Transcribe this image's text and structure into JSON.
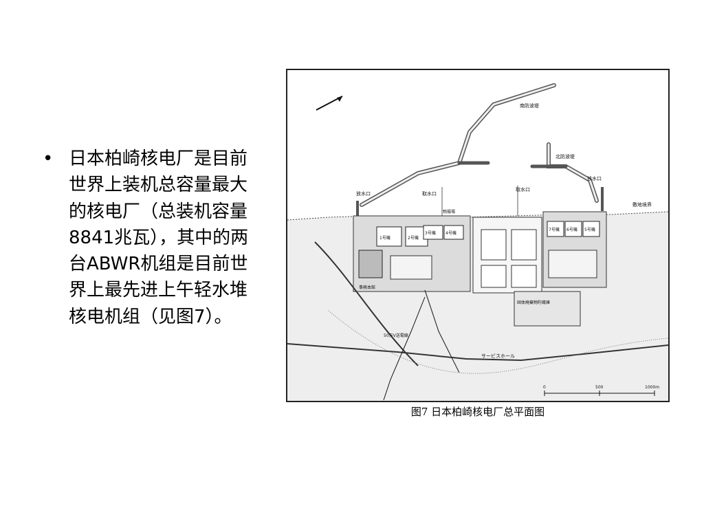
{
  "bullet": {
    "symbol": "•",
    "text": "日本柏崎核电厂是目前世界上装机总容量最大的核电厂（总装机容量8841兆瓦），其中的两台ABWR机组是目前世界上最先进上午轻水堆核电机组（见图7）。"
  },
  "figure": {
    "caption": "图7  日本柏崎核电厂总平面图",
    "labels": {
      "south_breakwater": "南防波堤",
      "north_breakwater": "北防波堤",
      "outlet_west": "放水口",
      "intake_west": "取水口",
      "intake_east": "取水口",
      "outlet_east": "放水口",
      "boundary": "敷地境界",
      "harbor": "物揚場",
      "unit1": "1号機",
      "unit2": "2号機",
      "unit3": "3号機",
      "unit4": "4号機",
      "unit7": "7号機",
      "unit6": "6号機",
      "unit5": "5号機",
      "storage": "固体廃棄物貯蔵庫",
      "admin": "事務本館",
      "service": "サービスホール",
      "line": "50万V送電線",
      "scale_0": "0",
      "scale_500": "500",
      "scale_1000": "1000m"
    }
  }
}
